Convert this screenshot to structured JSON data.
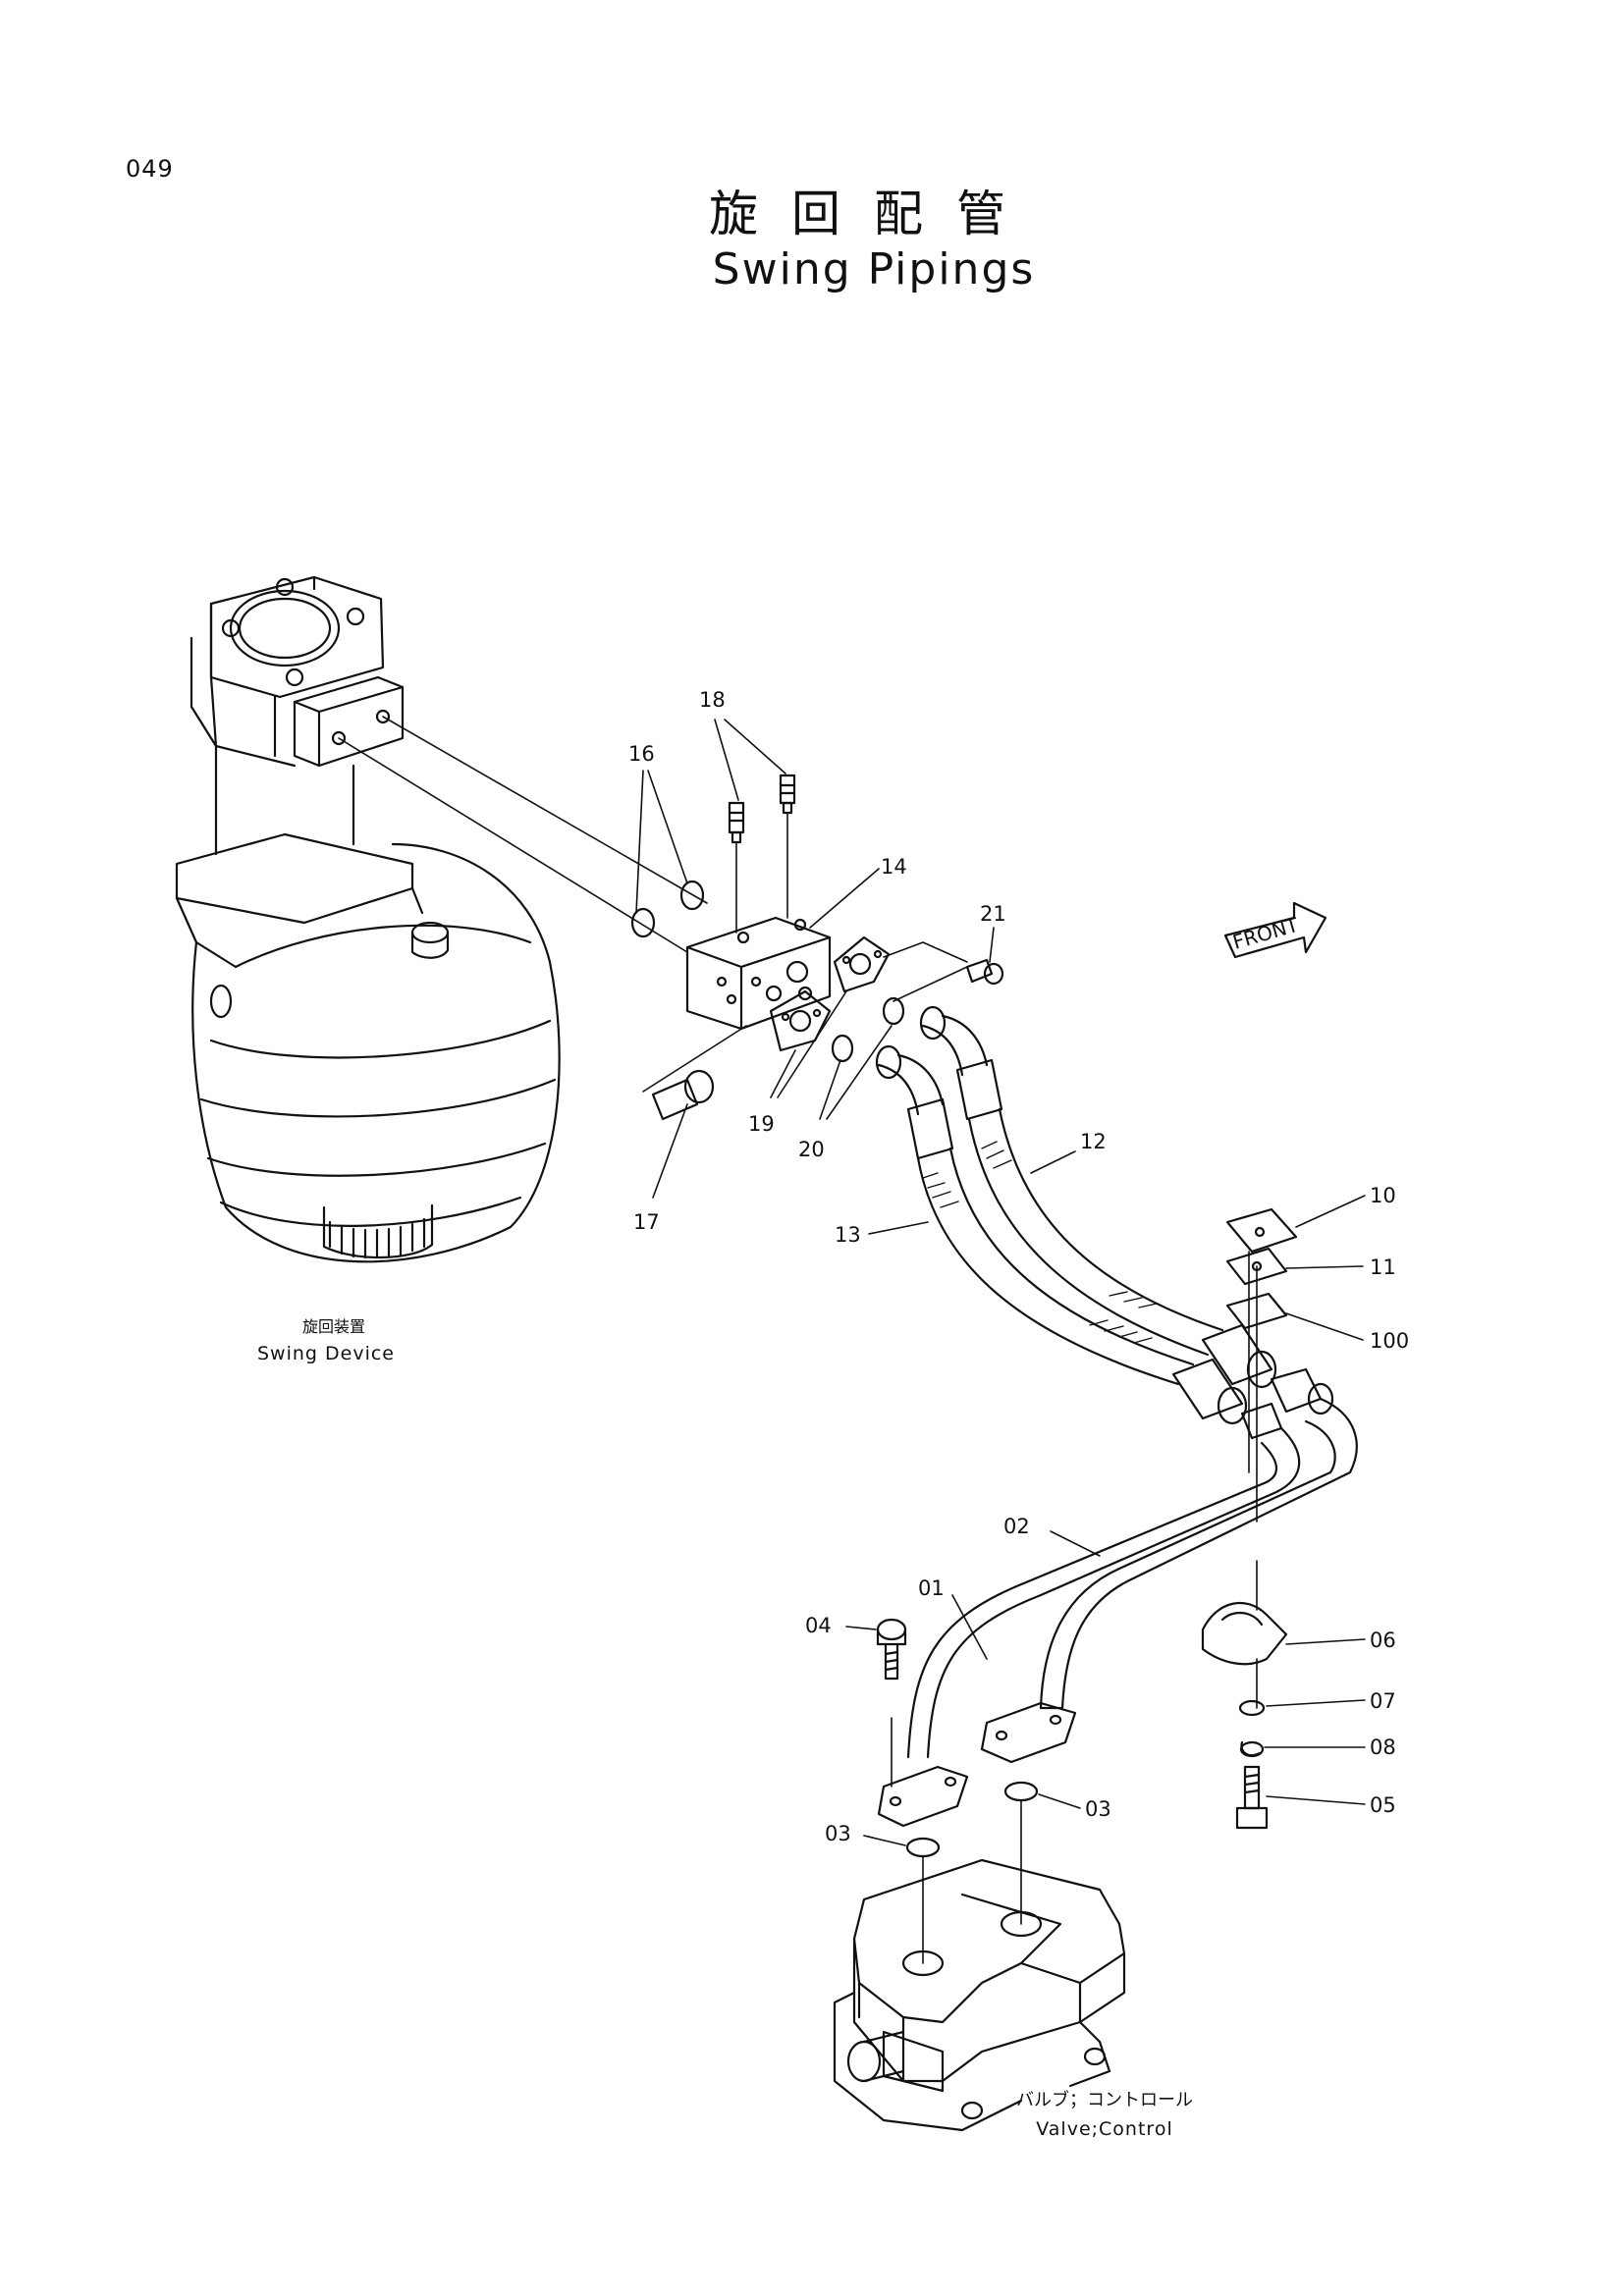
{
  "page": {
    "number": "049"
  },
  "title": {
    "jp": "旋回配管",
    "en": "Swing Pipings"
  },
  "labels": {
    "swing_device_jp": "旋回装置",
    "swing_device_en": "Swing Device",
    "valve_jp": "バルブ；コントロール",
    "valve_en": "Valve;Control",
    "front": "FRONT"
  },
  "callouts": [
    "18",
    "16",
    "14",
    "21",
    "19",
    "20",
    "17",
    "12",
    "13",
    "10",
    "11",
    "100",
    "02",
    "01",
    "04",
    "06",
    "07",
    "08",
    "05",
    "03",
    "03"
  ]
}
